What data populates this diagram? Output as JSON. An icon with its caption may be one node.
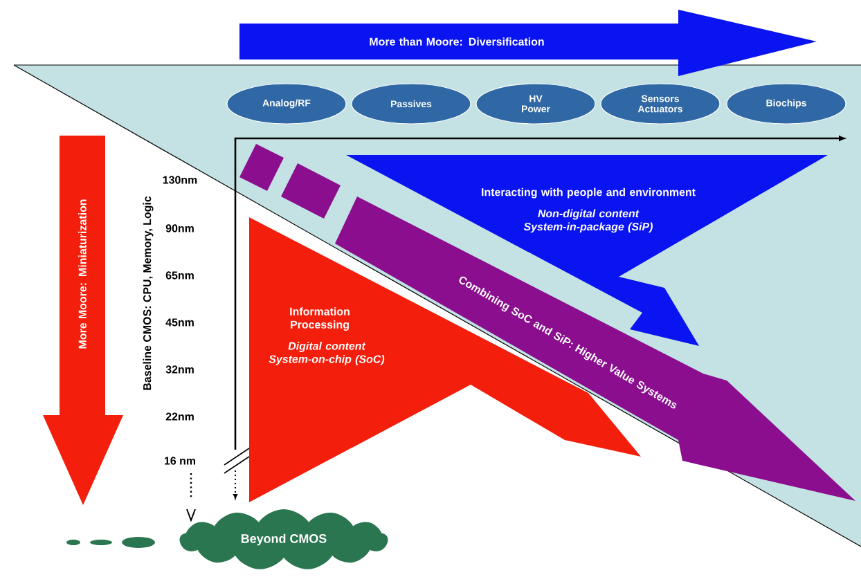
{
  "diagram": {
    "nodes": [
      {
        "text": [
          "More than Moore: Diversification"
        ]
      },
      {
        "text": [
          "Analog/RF"
        ]
      },
      {
        "text": [
          "Passives"
        ]
      },
      {
        "text": [
          "HV Power"
        ]
      },
      {
        "text": [
          "Sensors Actuators"
        ]
      },
      {
        "text": [
          "Biochips"
        ]
      },
      {
        "text": [
          "More Moore: Miniaturization"
        ]
      },
      {
        "text": [
          "Interacting with people and environment",
          "Non-digital content System-in-package (SiP)"
        ]
      },
      {
        "text": [
          "Information Processing",
          "Digital content System-on-chip (SoC)"
        ]
      },
      {
        "text": [
          "Combining SoC and SiP: Higher Value Systems"
        ]
      },
      {
        "text": [
          "Beyond CMOS"
        ]
      }
    ],
    "labels": [
      "Baseline CMOS: CPU, Memory, Logic",
      "130nm",
      "90nm",
      "65nm",
      "45nm",
      "32nm",
      "22nm",
      "16 nm"
    ]
  }
}
